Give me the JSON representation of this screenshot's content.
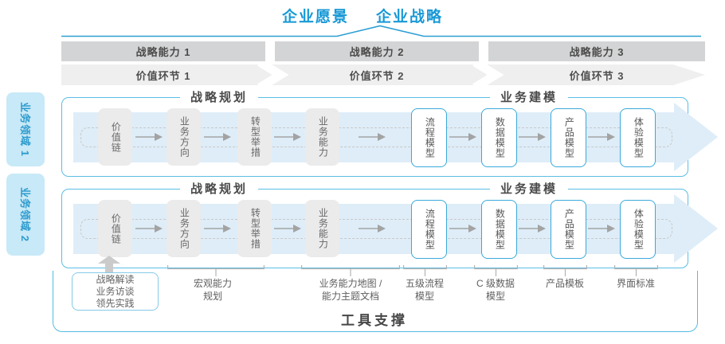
{
  "title": {
    "vision": "企业愿景",
    "strategy": "企业战略"
  },
  "capability_bars": [
    "战略能力 1",
    "战略能力 2",
    "战略能力 3"
  ],
  "value_links": [
    "价值环节 1",
    "价值环节 2",
    "价值环节 3"
  ],
  "domains": [
    "业务领域 1",
    "业务领域 2"
  ],
  "rows": [
    {
      "planning_header": "战略规划",
      "modeling_header": "业务建模",
      "boxes": [
        {
          "label": "价值链",
          "style": "gray"
        },
        {
          "label": "业务方向",
          "style": "gray"
        },
        {
          "label": "转型举措",
          "style": "gray"
        },
        {
          "label": "业务能力",
          "style": "gray"
        },
        {
          "label": "流程模型",
          "style": "blue"
        },
        {
          "label": "数据模型",
          "style": "blue"
        },
        {
          "label": "产品模型",
          "style": "blue"
        },
        {
          "label": "体验模型",
          "style": "blue"
        }
      ]
    },
    {
      "planning_header": "战略规划",
      "modeling_header": "业务建模",
      "boxes": [
        {
          "label": "价值链",
          "style": "gray"
        },
        {
          "label": "业务方向",
          "style": "gray"
        },
        {
          "label": "转型举措",
          "style": "gray"
        },
        {
          "label": "业务能力",
          "style": "gray"
        },
        {
          "label": "流程模型",
          "style": "blue"
        },
        {
          "label": "数据模型",
          "style": "blue"
        },
        {
          "label": "产品模型",
          "style": "blue"
        },
        {
          "label": "体验模型",
          "style": "blue"
        }
      ]
    }
  ],
  "annotations": {
    "practice_box": "战略解读\n业务访谈\n领先实践",
    "labels": [
      "宏观能力\n规划",
      "业务能力地图 /\n能力主题文档",
      "五级流程\n模型",
      "C 级数据\n模型",
      "产品模板",
      "界面标准"
    ]
  },
  "footer": {
    "tool_support": "工具支撑"
  },
  "colors": {
    "accent_blue": "#1899D6",
    "row_border": "#5BBEE5",
    "band_fill": "#DEEDF8",
    "bar_fill": "#D3D4D5",
    "value_band_fill": "#EFEFEF",
    "domain_fill": "#C8E9F7",
    "gray_node": "#EBEBEB",
    "blue_node_border": "#3BA9DB"
  }
}
